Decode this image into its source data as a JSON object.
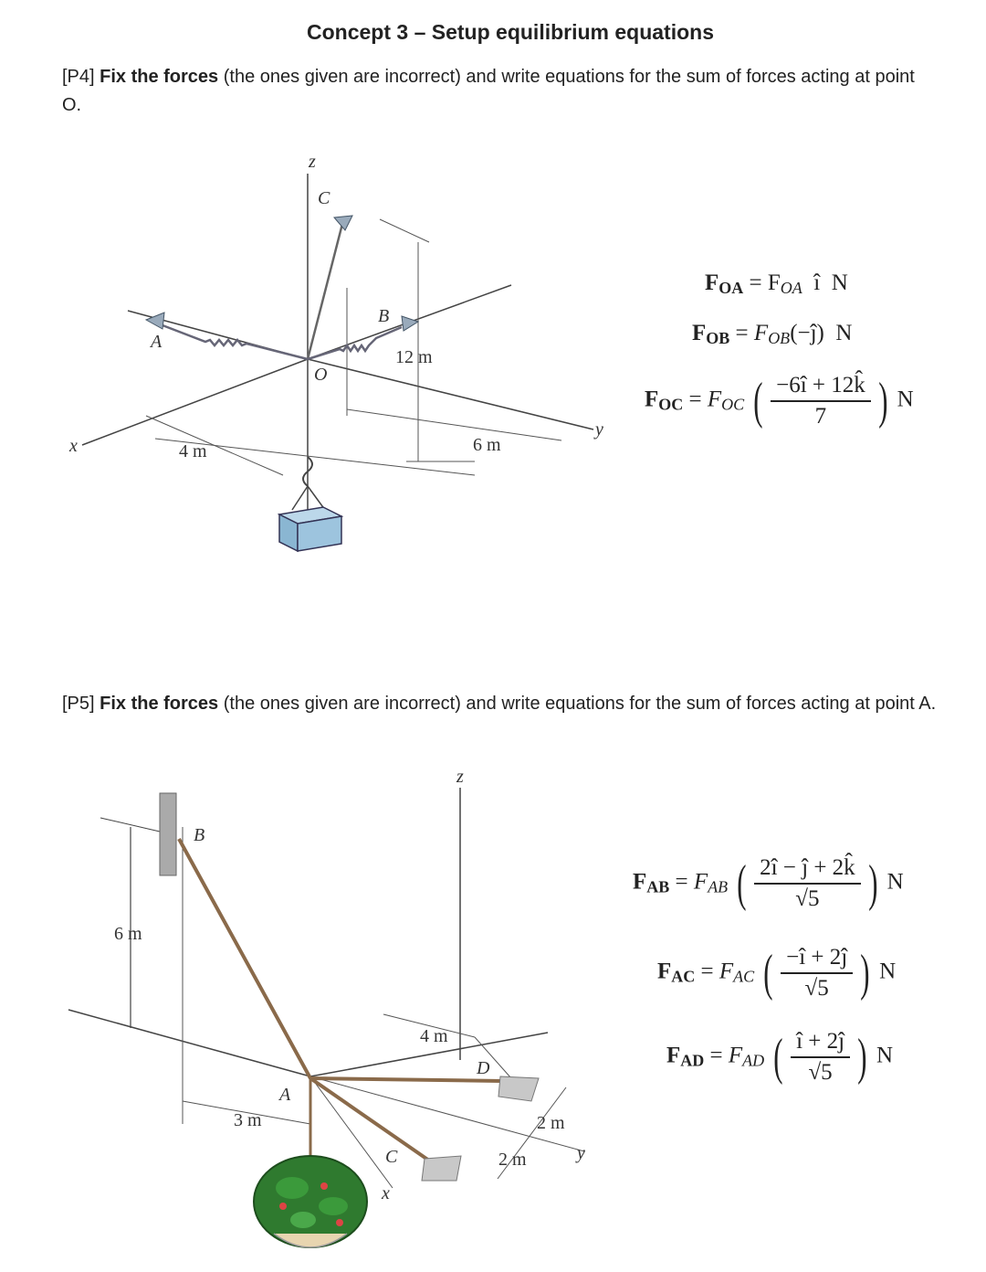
{
  "title": "Concept 3 – Setup equilibrium equations",
  "p4": {
    "tag": "[P4]",
    "bold": "Fix the forces",
    "rest": " (the ones given are incorrect) and write equations for the sum of forces acting at point O.",
    "labels": {
      "z": "z",
      "C": "C",
      "B": "B",
      "A": "A",
      "O": "O",
      "x": "x",
      "y": "y",
      "d12": "12 m",
      "d4": "4 m",
      "d6": "6 m"
    },
    "equations": {
      "foa": {
        "lhs": "F",
        "lhs_sub": "OA",
        "eq": "=",
        "mag": "F",
        "mag_sub": "OA",
        "dir": "î",
        "unit": "N"
      },
      "fob": {
        "lhs": "F",
        "lhs_sub": "OB",
        "eq": "=",
        "mag": "F",
        "mag_sub": "OB",
        "dir": "(−ĵ)",
        "unit": "N"
      },
      "foc": {
        "lhs": "F",
        "lhs_sub": "OC",
        "eq": "=",
        "mag": "F",
        "mag_sub": "OC",
        "num": "−6î + 12k̂",
        "den": "7",
        "unit": "N"
      }
    }
  },
  "p5": {
    "tag": "[P5]",
    "bold": "Fix the forces",
    "rest": " (the ones given are incorrect) and write equations for the sum of forces acting at point A.",
    "labels": {
      "z": "z",
      "B": "B",
      "A": "A",
      "C": "C",
      "D": "D",
      "x": "x",
      "y": "y",
      "d6": "6 m",
      "d4": "4 m",
      "d3": "3 m",
      "d2a": "2 m",
      "d2b": "2 m"
    },
    "equations": {
      "fab": {
        "lhs": "F",
        "lhs_sub": "AB",
        "eq": "=",
        "mag": "F",
        "mag_sub": "AB",
        "num": "2î − ĵ + 2k̂",
        "den": "√5",
        "unit": "N"
      },
      "fac": {
        "lhs": "F",
        "lhs_sub": "AC",
        "eq": "=",
        "mag": "F",
        "mag_sub": "AC",
        "num": "−î + 2ĵ",
        "den": "√5",
        "unit": "N"
      },
      "fad": {
        "lhs": "F",
        "lhs_sub": "AD",
        "eq": "=",
        "mag": "F",
        "mag_sub": "AD",
        "num": "î + 2ĵ",
        "den": "√5",
        "unit": "N"
      }
    }
  }
}
